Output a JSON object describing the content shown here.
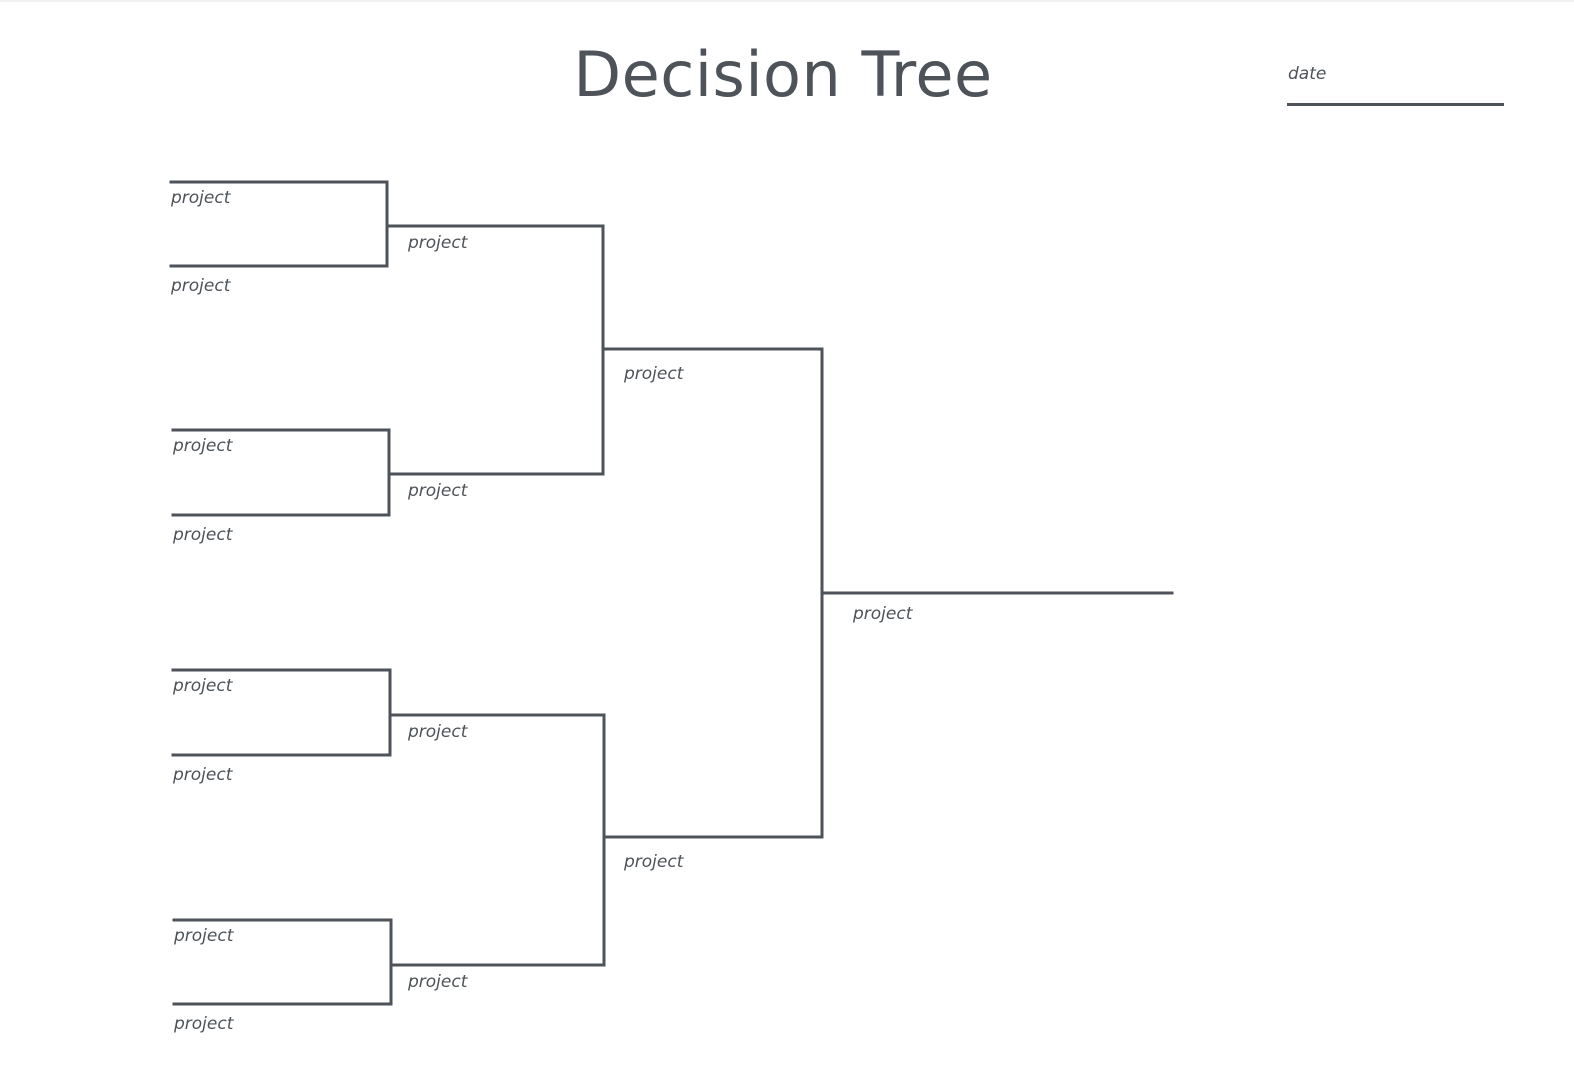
{
  "title": "Decision Tree",
  "date_label": "date",
  "colors": {
    "ink": "#4d5358",
    "background": "#ffffff"
  },
  "tree": {
    "leaf_label": "project",
    "rounds": [
      {
        "labels": [
          "project",
          "project",
          "project",
          "project",
          "project",
          "project",
          "project",
          "project"
        ]
      },
      {
        "labels": [
          "project",
          "project",
          "project",
          "project"
        ]
      },
      {
        "labels": [
          "project",
          "project"
        ]
      },
      {
        "labels": [
          "project"
        ]
      }
    ]
  }
}
